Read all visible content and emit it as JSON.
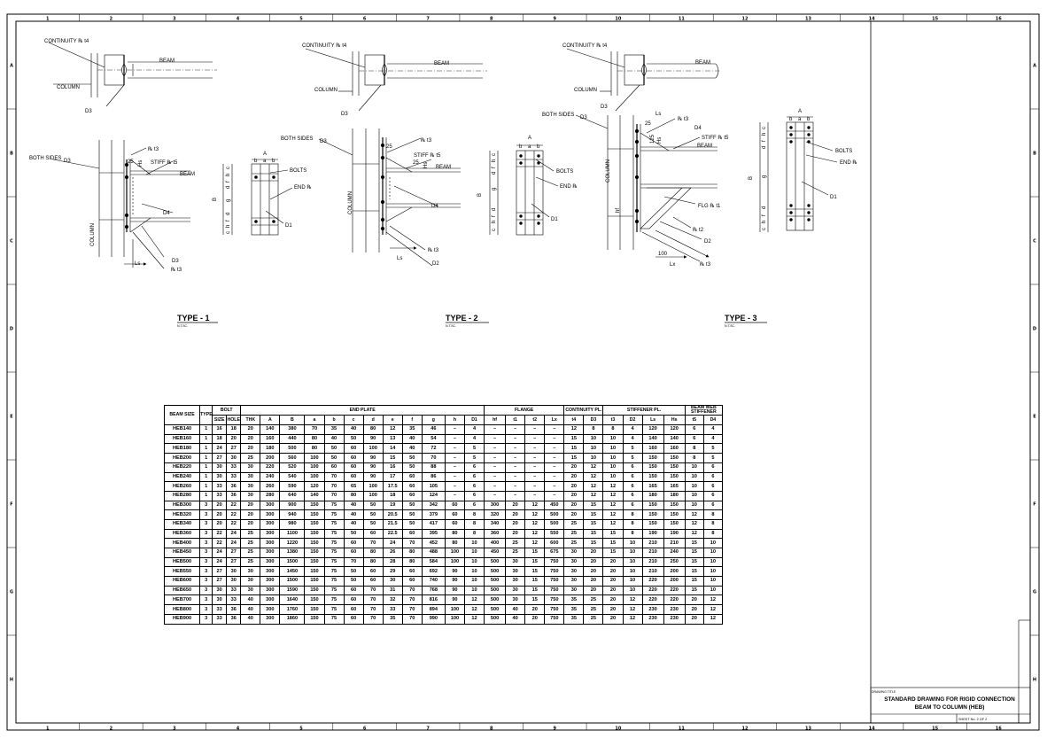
{
  "sheet": {
    "col_markers": [
      "1",
      "2",
      "3",
      "4",
      "5",
      "6",
      "7",
      "8",
      "9",
      "10",
      "11",
      "12",
      "13",
      "14",
      "15",
      "16"
    ],
    "row_markers": [
      "A",
      "B",
      "C",
      "D",
      "E",
      "F",
      "G",
      "H"
    ]
  },
  "type1": {
    "continuity": "CONTINUITY ℞ t4",
    "beam": "BEAM",
    "column": "COLUMN",
    "d3": "D3",
    "both_sides": "BOTH SIDES",
    "pl_t3": "℞ t3",
    "dim_25": "25",
    "dim_hs": "Hs",
    "stiff": "STIFF ℞ t5",
    "beam2": "BEAM",
    "d4": "D4",
    "d3b": "D3",
    "pl_t3b": "℞ t3",
    "ls": "Ls",
    "column2": "COLUMN",
    "ep_A": "A",
    "ep_b1": "b",
    "ep_a": "a",
    "ep_b2": "b",
    "ep_B": "B",
    "ep_c1": "c",
    "ep_h1": "h",
    "ep_f1": "f",
    "ep_d1": "d",
    "ep_g": "g",
    "ep_d2": "d",
    "ep_f2": "f",
    "ep_h2": "h",
    "ep_c2": "c",
    "bolts": "BOLTS",
    "endpl": "END ℞",
    "d1": "D1",
    "type_label": "TYPE  -  1",
    "nts": "N.T.SC."
  },
  "type2": {
    "continuity": "CONTINUITY ℞ t4",
    "beam": "BEAM",
    "column": "COLUMN",
    "d3": "D3",
    "both_sides": "BOTH SIDES",
    "pl_t3": "℞ t3",
    "dim_25": "25",
    "dim_25b": "25",
    "dim_hs": "Hs",
    "stiff": "STIFF ℞ t5",
    "beam2": "BEAM",
    "d4": "D4",
    "column2": "COLUMN",
    "ls": "Ls",
    "pl_t3b": "℞ t3",
    "d2": "D2",
    "ep_A": "A",
    "ep_b1": "b",
    "ep_a": "a",
    "ep_b2": "b",
    "ep_B": "B",
    "ep_c1": "c",
    "ep_h1": "h",
    "ep_f1": "f",
    "ep_d1": "d",
    "ep_g": "g",
    "ep_d2": "d",
    "ep_f2": "f",
    "ep_h2": "h",
    "ep_c2": "c",
    "bolts": "BOLTS",
    "endpl": "END ℞",
    "d1": "D1",
    "type_label": "TYPE  -  2",
    "nts": "N.T.SC."
  },
  "type3": {
    "continuity": "CONTINUITY ℞ t4",
    "beam": "BEAM",
    "column": "COLUMN",
    "d3": "D3",
    "both_sides": "BOTH SIDES",
    "d3b": "D3",
    "ls": "Ls",
    "pl_t3": "℞ t3",
    "dim_25": "25",
    "dim_125": "125",
    "dim_hs": "Hs",
    "d4": "D4",
    "stiff": "STIFF ℞ t5",
    "beam2": "BEAM",
    "column2": "COLUMN",
    "hf": "hf",
    "flg": "FLG ℞ t1",
    "pl_t2": "℞ t2",
    "d2": "D2",
    "dim_100": "100",
    "lx": "Lx",
    "pl_t3b": "℞ t3",
    "ep_A": "A",
    "ep_b1": "b",
    "ep_a": "a",
    "ep_b2": "b",
    "ep_B": "B",
    "ep_c1": "c",
    "ep_h1": "h",
    "ep_f1": "f",
    "ep_d1": "d",
    "ep_g": "g",
    "ep_d2": "d",
    "ep_f2": "f",
    "ep_h2": "h",
    "ep_c2": "c",
    "bolts": "BOLTS",
    "endpl": "END ℞",
    "d1": "D1",
    "type_label": "TYPE  -  3",
    "nts": "N.T.SC."
  },
  "table": {
    "h_beam_size": "BEAM SIZE",
    "h_type": "TYPE",
    "h_bolt": "BOLT",
    "h_end_plate": "END PLATE",
    "h_flange": "FLANGE",
    "h_continuity": "CONTINUITY PL.",
    "h_stiffener": "STIFFENER PL.",
    "h_beam_web": "BEAM WEB STIFFENER",
    "subheaders": [
      "SIZE",
      "HOLE",
      "THK",
      "A",
      "B",
      "a",
      "b",
      "c",
      "d",
      "e",
      "f",
      "g",
      "h",
      "D1",
      "hf",
      "t1",
      "t2",
      "Lx",
      "t4",
      "D3",
      "t3",
      "D2",
      "Ls",
      "Hs",
      "t5",
      "D4"
    ],
    "rows": [
      [
        "HEB140",
        "1",
        "16",
        "18",
        "20",
        "140",
        "380",
        "70",
        "35",
        "40",
        "80",
        "12",
        "35",
        "46",
        "–",
        "4",
        "–",
        "–",
        "–",
        "–",
        "12",
        "8",
        "8",
        "4",
        "120",
        "120",
        "6",
        "4"
      ],
      [
        "HEB160",
        "1",
        "18",
        "20",
        "20",
        "160",
        "440",
        "80",
        "40",
        "50",
        "90",
        "13",
        "40",
        "54",
        "–",
        "4",
        "–",
        "–",
        "–",
        "–",
        "15",
        "10",
        "10",
        "4",
        "140",
        "140",
        "6",
        "4"
      ],
      [
        "HEB180",
        "1",
        "24",
        "27",
        "20",
        "180",
        "500",
        "80",
        "50",
        "60",
        "100",
        "14",
        "40",
        "72",
        "–",
        "5",
        "–",
        "–",
        "–",
        "–",
        "15",
        "10",
        "10",
        "5",
        "160",
        "160",
        "8",
        "5"
      ],
      [
        "HEB200",
        "1",
        "27",
        "30",
        "25",
        "200",
        "560",
        "100",
        "50",
        "60",
        "90",
        "15",
        "50",
        "70",
        "–",
        "5",
        "–",
        "–",
        "–",
        "–",
        "15",
        "10",
        "10",
        "5",
        "150",
        "150",
        "8",
        "5"
      ],
      [
        "HEB220",
        "1",
        "30",
        "33",
        "30",
        "220",
        "520",
        "100",
        "60",
        "60",
        "90",
        "16",
        "50",
        "88",
        "–",
        "6",
        "–",
        "–",
        "–",
        "–",
        "20",
        "12",
        "10",
        "6",
        "150",
        "150",
        "10",
        "6"
      ],
      [
        "HEB240",
        "1",
        "30",
        "33",
        "30",
        "240",
        "540",
        "100",
        "70",
        "60",
        "90",
        "17",
        "60",
        "86",
        "–",
        "6",
        "–",
        "–",
        "–",
        "–",
        "20",
        "12",
        "10",
        "6",
        "150",
        "150",
        "10",
        "6"
      ],
      [
        "HEB260",
        "1",
        "33",
        "36",
        "30",
        "260",
        "590",
        "120",
        "70",
        "65",
        "100",
        "17.5",
        "60",
        "105",
        "–",
        "6",
        "–",
        "–",
        "–",
        "–",
        "20",
        "12",
        "12",
        "6",
        "165",
        "165",
        "10",
        "6"
      ],
      [
        "HEB280",
        "1",
        "33",
        "36",
        "30",
        "280",
        "640",
        "140",
        "70",
        "80",
        "100",
        "18",
        "60",
        "124",
        "–",
        "6",
        "–",
        "–",
        "–",
        "–",
        "20",
        "12",
        "12",
        "6",
        "180",
        "180",
        "10",
        "6"
      ],
      [
        "HEB300",
        "3",
        "20",
        "22",
        "20",
        "300",
        "900",
        "150",
        "75",
        "40",
        "50",
        "19",
        "50",
        "342",
        "60",
        "6",
        "300",
        "20",
        "12",
        "450",
        "20",
        "15",
        "12",
        "6",
        "150",
        "150",
        "10",
        "6"
      ],
      [
        "HEB320",
        "3",
        "20",
        "22",
        "20",
        "300",
        "940",
        "150",
        "75",
        "40",
        "50",
        "20.5",
        "50",
        "379",
        "60",
        "8",
        "320",
        "20",
        "12",
        "500",
        "20",
        "15",
        "12",
        "8",
        "150",
        "150",
        "12",
        "8"
      ],
      [
        "HEB340",
        "3",
        "20",
        "22",
        "20",
        "300",
        "980",
        "150",
        "75",
        "40",
        "50",
        "21.5",
        "50",
        "417",
        "60",
        "8",
        "340",
        "20",
        "12",
        "500",
        "25",
        "15",
        "12",
        "8",
        "150",
        "150",
        "12",
        "8"
      ],
      [
        "HEB360",
        "3",
        "22",
        "24",
        "25",
        "300",
        "1100",
        "150",
        "75",
        "50",
        "60",
        "22.5",
        "60",
        "395",
        "80",
        "8",
        "360",
        "20",
        "12",
        "550",
        "25",
        "15",
        "15",
        "8",
        "190",
        "190",
        "12",
        "8"
      ],
      [
        "HEB400",
        "3",
        "22",
        "24",
        "25",
        "300",
        "1220",
        "150",
        "75",
        "60",
        "70",
        "24",
        "70",
        "452",
        "80",
        "10",
        "400",
        "25",
        "12",
        "600",
        "25",
        "15",
        "15",
        "10",
        "210",
        "210",
        "15",
        "10"
      ],
      [
        "HEB450",
        "3",
        "24",
        "27",
        "25",
        "300",
        "1380",
        "150",
        "75",
        "60",
        "80",
        "26",
        "80",
        "488",
        "100",
        "10",
        "450",
        "25",
        "15",
        "675",
        "30",
        "20",
        "15",
        "10",
        "210",
        "240",
        "15",
        "10"
      ],
      [
        "HEB500",
        "3",
        "24",
        "27",
        "25",
        "300",
        "1500",
        "150",
        "75",
        "70",
        "80",
        "28",
        "80",
        "584",
        "100",
        "10",
        "500",
        "30",
        "15",
        "750",
        "30",
        "20",
        "20",
        "10",
        "210",
        "250",
        "15",
        "10"
      ],
      [
        "HEB550",
        "3",
        "27",
        "30",
        "30",
        "300",
        "1450",
        "150",
        "75",
        "50",
        "60",
        "29",
        "60",
        "692",
        "90",
        "10",
        "500",
        "30",
        "15",
        "750",
        "30",
        "20",
        "20",
        "10",
        "210",
        "200",
        "15",
        "10"
      ],
      [
        "HEB600",
        "3",
        "27",
        "30",
        "30",
        "300",
        "1500",
        "150",
        "75",
        "50",
        "60",
        "30",
        "60",
        "740",
        "90",
        "10",
        "500",
        "30",
        "15",
        "750",
        "30",
        "20",
        "20",
        "10",
        "220",
        "200",
        "15",
        "10"
      ],
      [
        "HEB650",
        "3",
        "30",
        "33",
        "30",
        "300",
        "1590",
        "150",
        "75",
        "60",
        "70",
        "31",
        "70",
        "768",
        "90",
        "10",
        "500",
        "30",
        "15",
        "750",
        "30",
        "20",
        "20",
        "10",
        "220",
        "220",
        "15",
        "10"
      ],
      [
        "HEB700",
        "3",
        "30",
        "33",
        "40",
        "300",
        "1640",
        "150",
        "75",
        "60",
        "70",
        "32",
        "70",
        "816",
        "90",
        "12",
        "500",
        "30",
        "15",
        "750",
        "35",
        "25",
        "20",
        "12",
        "220",
        "220",
        "20",
        "12"
      ],
      [
        "HEB800",
        "3",
        "33",
        "36",
        "40",
        "300",
        "1760",
        "150",
        "75",
        "60",
        "70",
        "33",
        "70",
        "894",
        "100",
        "12",
        "500",
        "40",
        "20",
        "750",
        "35",
        "25",
        "20",
        "12",
        "230",
        "230",
        "20",
        "12"
      ],
      [
        "HEB900",
        "3",
        "33",
        "36",
        "40",
        "300",
        "1860",
        "150",
        "75",
        "60",
        "70",
        "35",
        "70",
        "990",
        "100",
        "12",
        "500",
        "40",
        "20",
        "750",
        "35",
        "25",
        "20",
        "12",
        "230",
        "230",
        "20",
        "12"
      ]
    ]
  },
  "title_block": {
    "caption": "DRAWING TITLE",
    "line1": "STANDARD DRAWING FOR RIGID CONNECTION",
    "line2": "BEAM TO COLUMN (HEB)",
    "sheet": "SHEET No. 2 OF  2"
  }
}
